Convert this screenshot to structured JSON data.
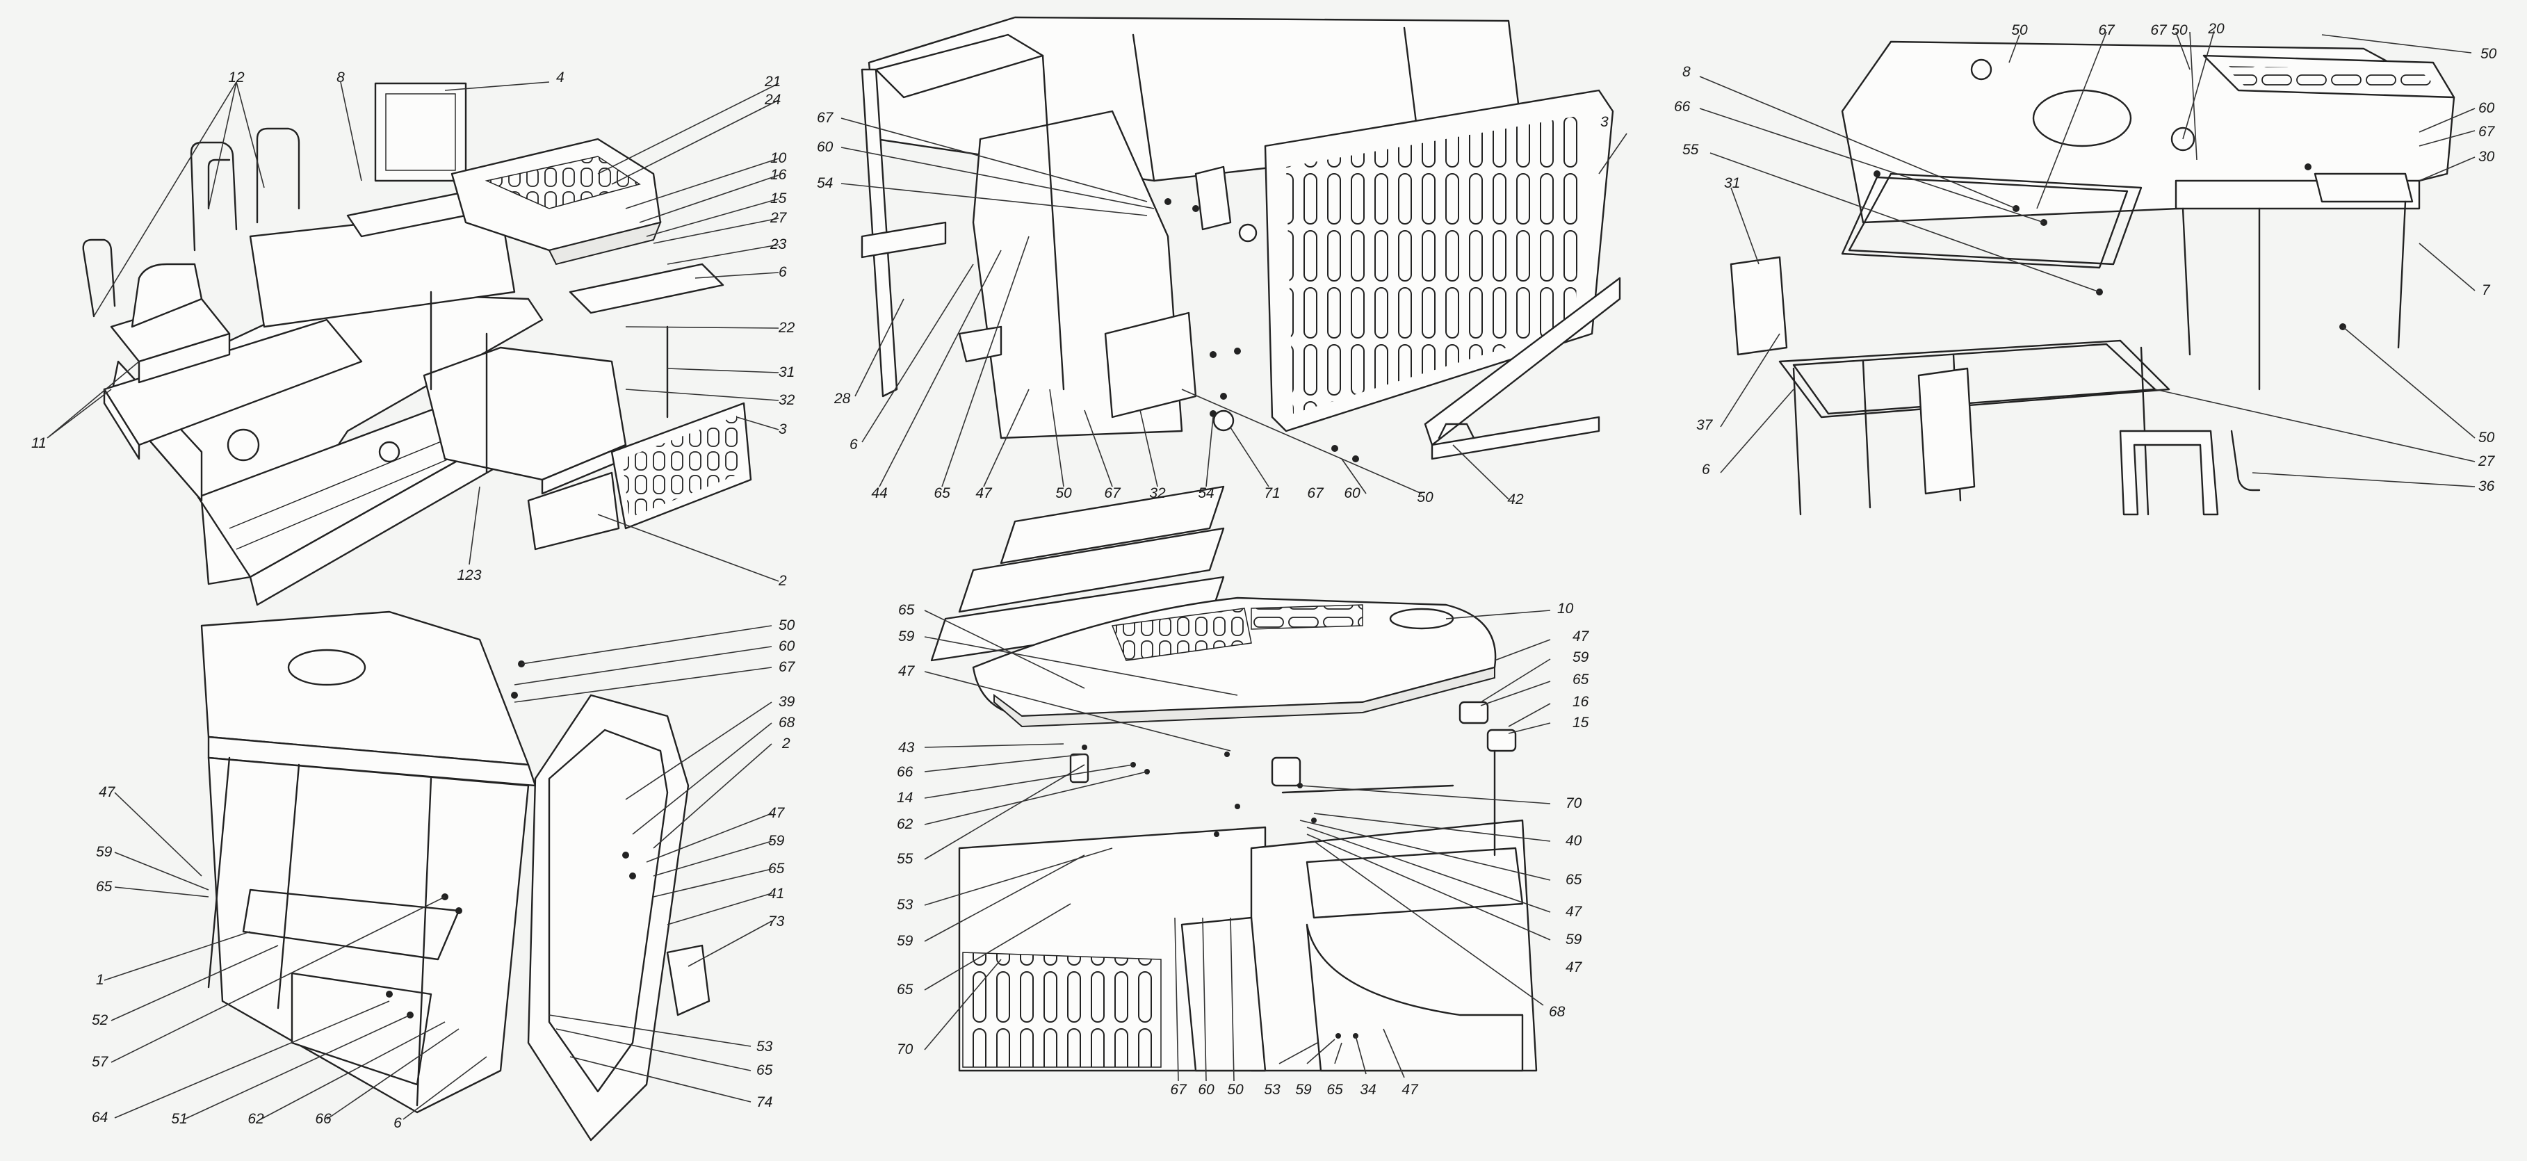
{
  "diagram": {
    "views": [
      {
        "id": "overview",
        "labels": [
          "12",
          "8",
          "4",
          "21",
          "24",
          "10",
          "16",
          "15",
          "27",
          "23",
          "6",
          "22",
          "31",
          "32",
          "3",
          "2",
          "123",
          "11"
        ]
      },
      {
        "id": "front-panel",
        "labels": [
          "67",
          "60",
          "54",
          "28",
          "6",
          "44",
          "65",
          "47",
          "50",
          "67",
          "32",
          "54",
          "71",
          "67",
          "60",
          "50",
          "42",
          "3"
        ]
      },
      {
        "id": "frame",
        "labels": [
          "50",
          "67",
          "67",
          "50",
          "20",
          "50",
          "8",
          "66",
          "55",
          "31",
          "37",
          "6",
          "60",
          "67",
          "30",
          "7",
          "50",
          "27",
          "36"
        ]
      },
      {
        "id": "hinged-side",
        "labels": [
          "50",
          "60",
          "67",
          "39",
          "68",
          "2",
          "47",
          "59",
          "65",
          "41",
          "73",
          "53",
          "65",
          "74",
          "47",
          "59",
          "65",
          "1",
          "52",
          "57",
          "64",
          "51",
          "62",
          "66",
          "6"
        ]
      },
      {
        "id": "hood-mount",
        "labels": [
          "65",
          "59",
          "47",
          "43",
          "66",
          "14",
          "62",
          "55",
          "53",
          "59",
          "65",
          "70",
          "67",
          "60",
          "50",
          "53",
          "59",
          "65",
          "34",
          "47",
          "10",
          "47",
          "59",
          "65",
          "16",
          "15",
          "70",
          "40",
          "65",
          "47",
          "59",
          "47",
          "68"
        ]
      }
    ]
  },
  "colors": {
    "ink": "#222222",
    "paper": "#f4f5f3"
  }
}
